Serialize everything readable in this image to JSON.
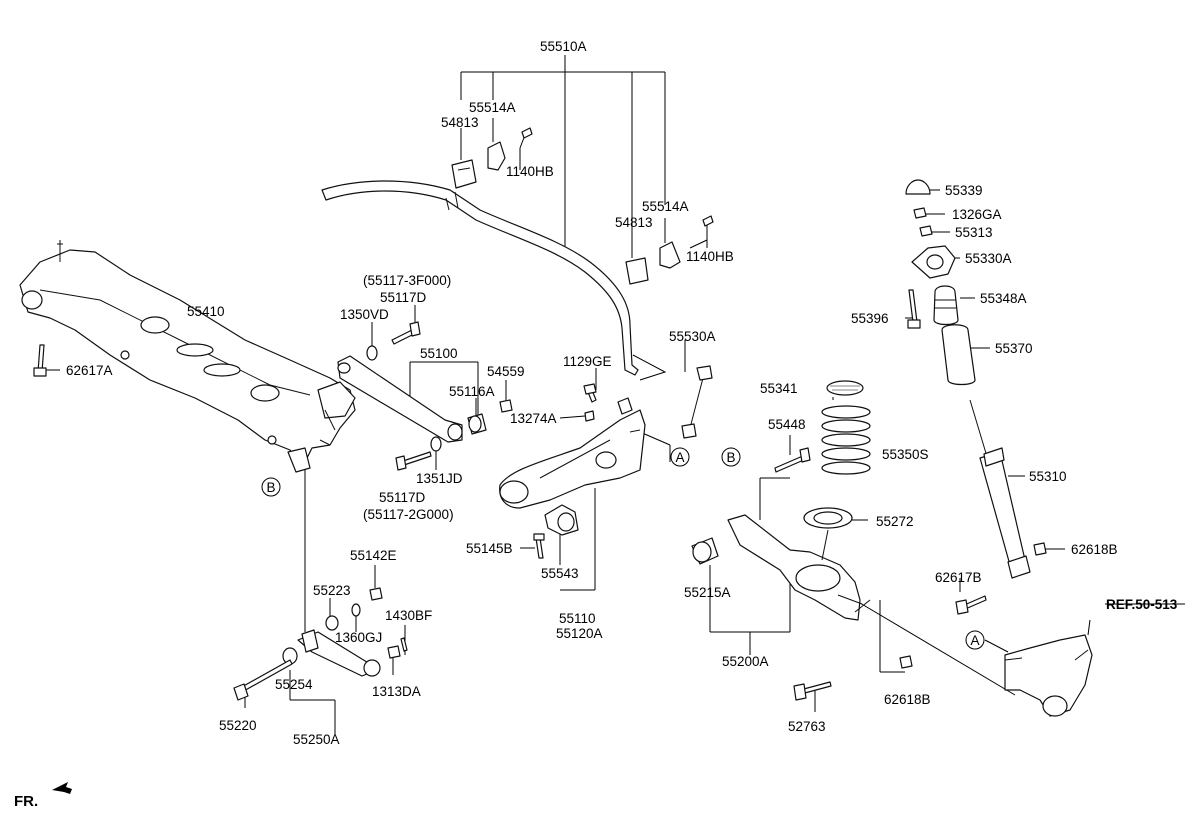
{
  "diagram": {
    "labels": {
      "p55510A": "55510A",
      "p55514A_1": "55514A",
      "p54813_1": "54813",
      "p1140HB_1": "1140HB",
      "p54813_2": "54813",
      "p55514A_2": "55514A",
      "p1140HB_2": "1140HB",
      "p55410": "55410",
      "p62617A": "62617A",
      "p55117_3F000": "(55117-3F000)",
      "p55117D_1": "55117D",
      "p1350VD": "1350VD",
      "p55100": "55100",
      "p54559": "54559",
      "p55116A": "55116A",
      "p1351JD": "1351JD",
      "p55117D_2": "55117D",
      "p55117_2G000": "(55117-2G000)",
      "p1129GE": "1129GE",
      "p55530A": "55530A",
      "p13274A": "13274A",
      "p55145B": "55145B",
      "p55543": "55543",
      "p55110": "55110",
      "p55120A": "55120A",
      "p55142E": "55142E",
      "p55223": "55223",
      "p1430BF": "1430BF",
      "p1360GJ": "1360GJ",
      "p55254": "55254",
      "p1313DA": "1313DA",
      "p55220": "55220",
      "p55250A": "55250A",
      "p55341": "55341",
      "p55448": "55448",
      "p55350S": "55350S",
      "p55272": "55272",
      "p55215A": "55215A",
      "p55200A": "55200A",
      "p52763": "52763",
      "p62618B_1": "62618B",
      "p55339": "55339",
      "p1326GA": "1326GA",
      "p55313": "55313",
      "p55330A": "55330A",
      "p55396": "55396",
      "p55348A": "55348A",
      "p55370": "55370",
      "p55310": "55310",
      "p62618B_2": "62618B",
      "p62617B": "62617B",
      "ref": "REF.50-513",
      "fr": "FR.",
      "circleA_1": "A",
      "circleA_2": "A",
      "circleB_1": "B",
      "circleB_2": "B"
    }
  }
}
